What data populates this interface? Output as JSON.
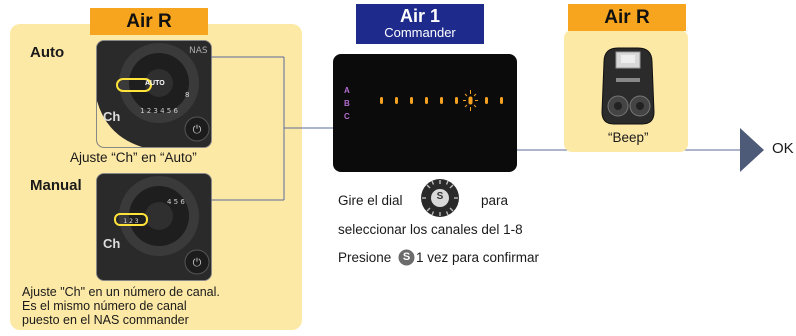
{
  "left_panel": {
    "tag": "Air R",
    "auto_label": "Auto",
    "auto_caption": "Ajuste “Ch” en “Auto”",
    "auto_dial_text": "AUTO",
    "auto_ch": "Ch",
    "manual_label": "Manual",
    "manual_ch": "Ch",
    "manual_caption_1": "Ajuste \"Ch\" en un número de canal.",
    "manual_caption_2": "Es el mismo número de canal",
    "manual_caption_3": "puesto en el NAS commander"
  },
  "center": {
    "tag_title": "Air 1",
    "tag_subtitle": "Commander",
    "channels": [
      "A",
      "B",
      "C"
    ],
    "instr_1a": "Gire el dial",
    "instr_1b": "para",
    "instr_2": "seleccionar los canales del 1-8",
    "instr_3a": "Presione",
    "instr_3b": "1 vez para confirmar",
    "dial_letter": "S"
  },
  "right_panel": {
    "tag": "Air R",
    "caption": "“Beep”"
  },
  "result": "OK",
  "colors": {
    "panel_bg": "#fde9a6",
    "tag_orange": "#f7a51e",
    "tag_navy": "#1f2b8c",
    "led_orange": "#f4a020",
    "arrow": "#4d5a78"
  }
}
